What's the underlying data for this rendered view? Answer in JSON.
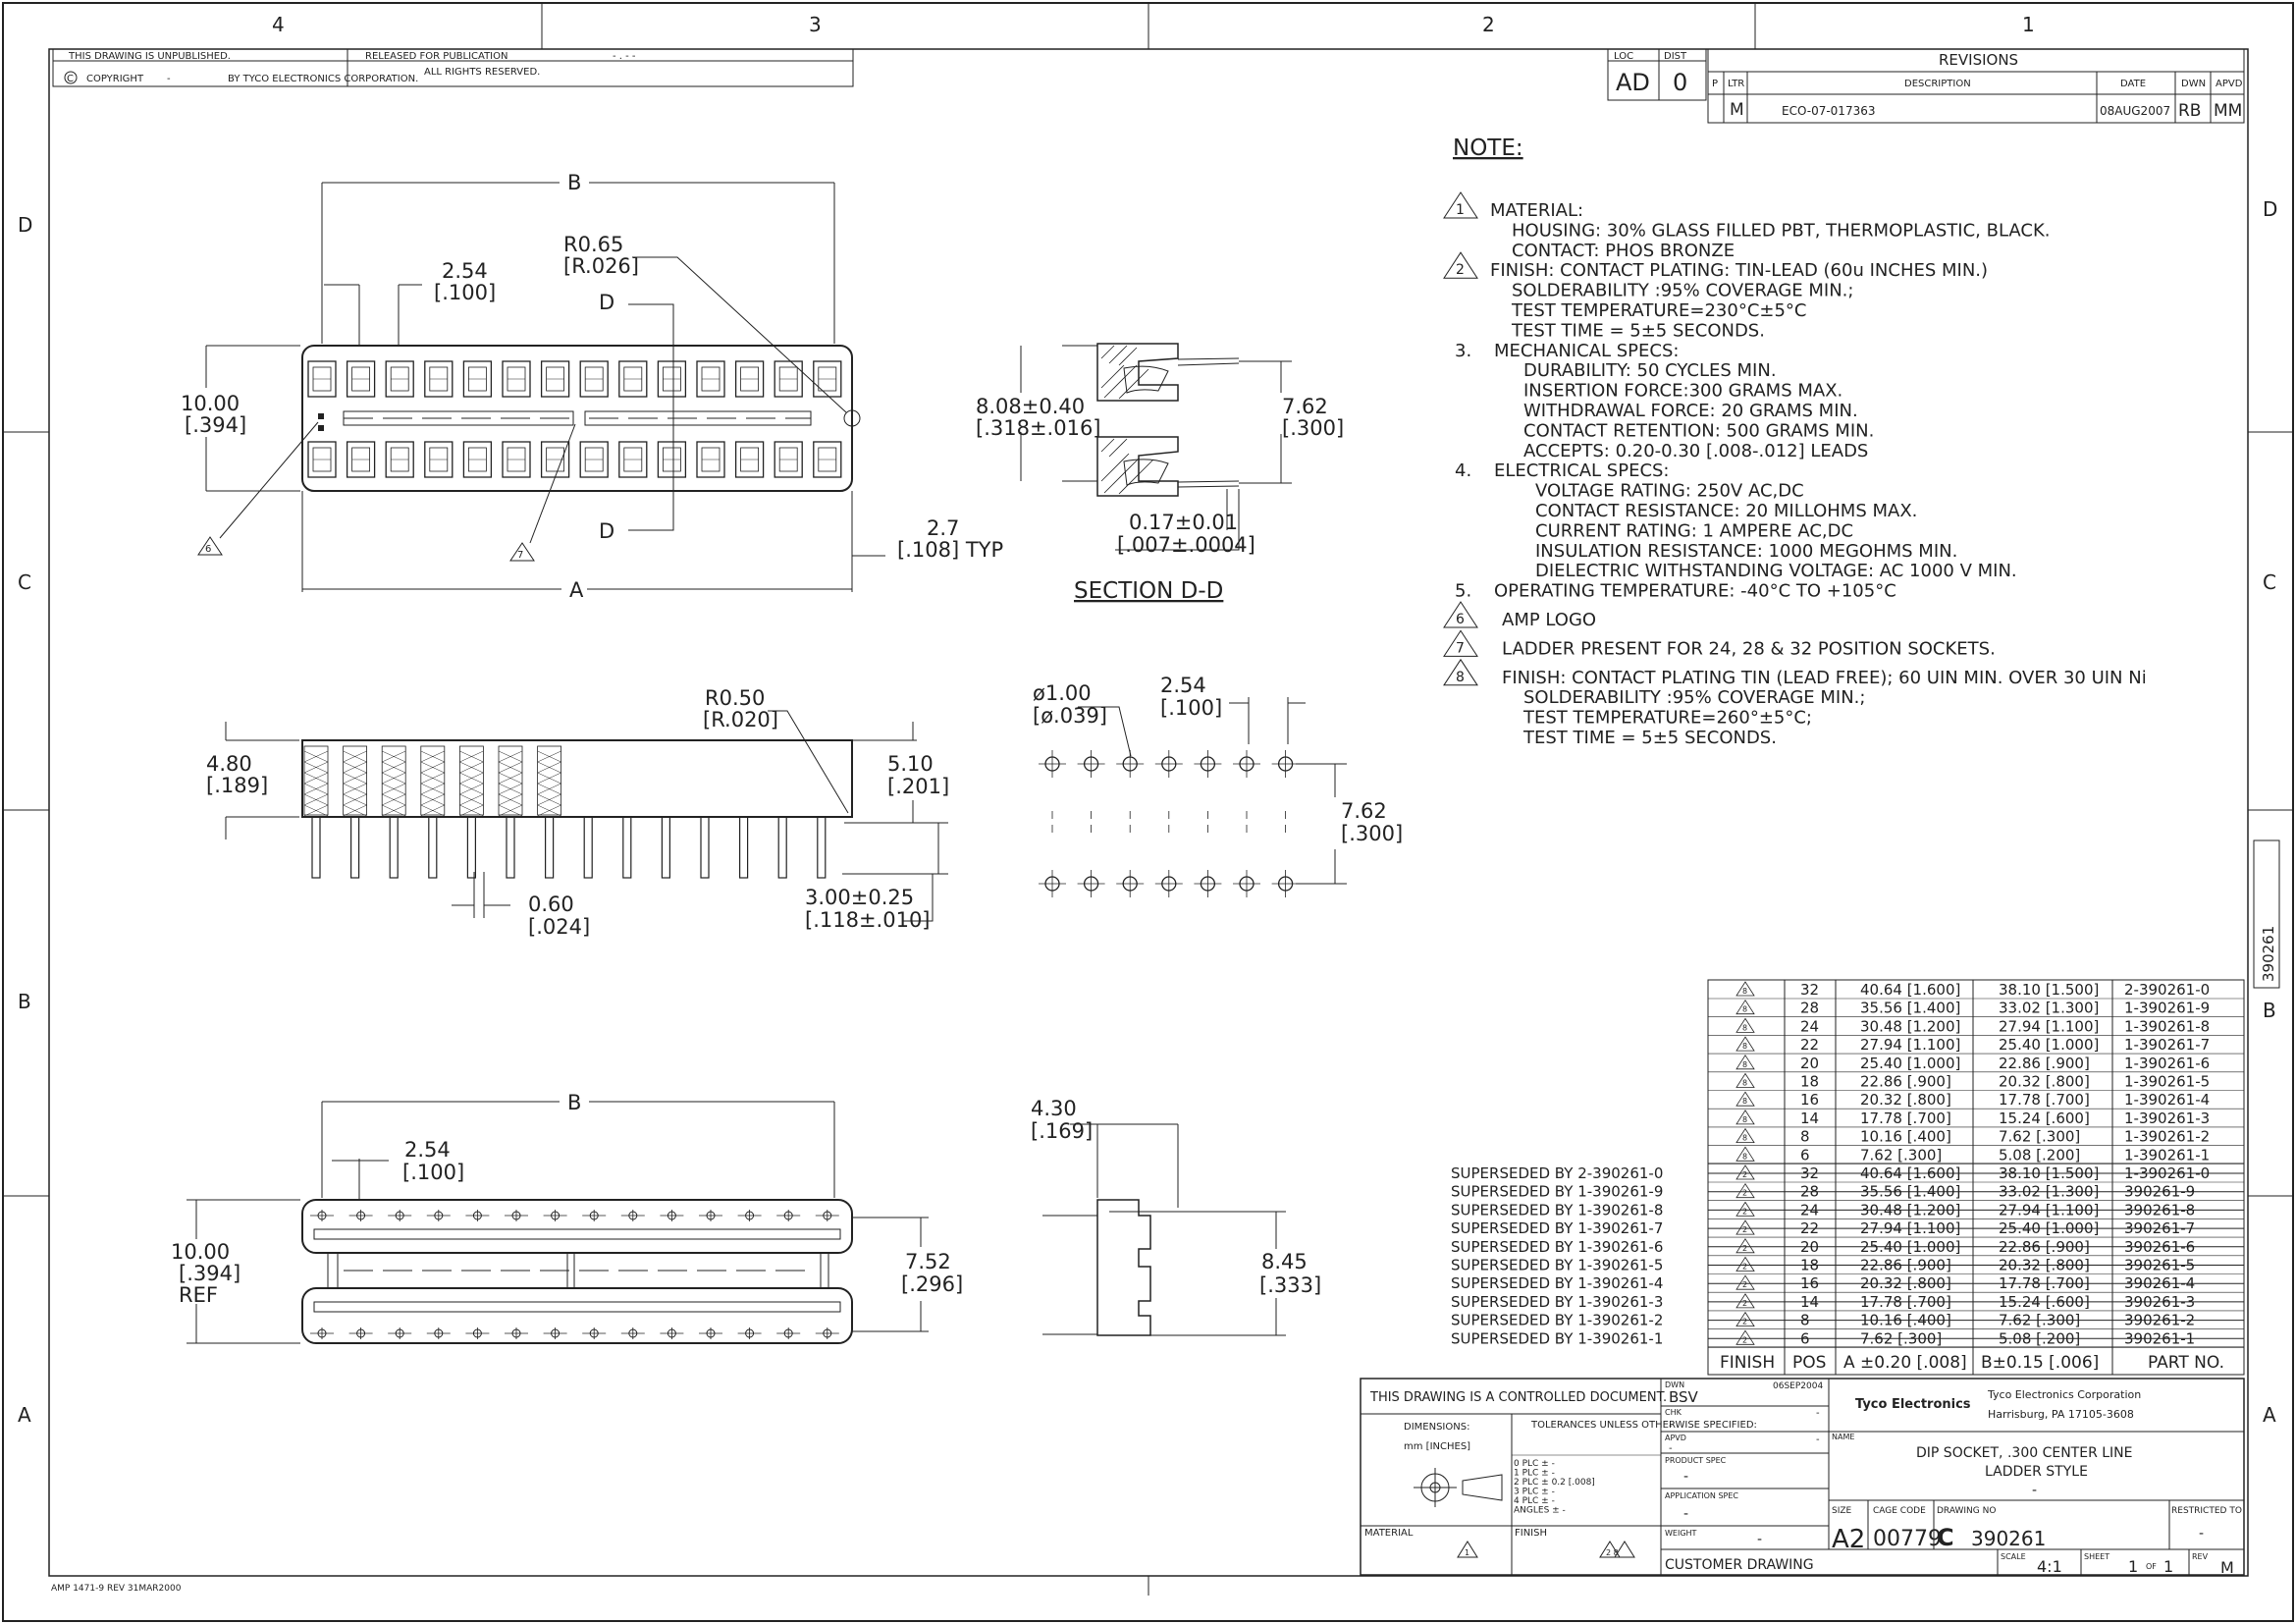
{
  "zones": {
    "cols": [
      "4",
      "3",
      "2",
      "1"
    ],
    "rows": [
      "D",
      "C",
      "B",
      "A"
    ]
  },
  "header": {
    "unpublished": "THIS DRAWING IS UNPUBLISHED.",
    "released": "RELEASED FOR PUBLICATION",
    "released_val": "- . -   -",
    "copyright_sym": "C",
    "copyright": "COPYRIGHT",
    "copyright_dash": "-",
    "by": "BY TYCO ELECTRONICS CORPORATION.",
    "rights": "ALL RIGHTS RESERVED."
  },
  "loc_dist": {
    "loc_label": "LOC",
    "dist_label": "DIST",
    "loc": "AD",
    "dist": "0"
  },
  "revisions": {
    "title": "REVISIONS",
    "headers": [
      "P",
      "LTR",
      "DESCRIPTION",
      "DATE",
      "DWN",
      "APVD"
    ],
    "row": {
      "ltr": "M",
      "description": "ECO-07-017363",
      "date": "08AUG2007",
      "dwn": "RB",
      "apvd": "MM"
    }
  },
  "notes": {
    "title": "NOTE:",
    "lines": [
      {
        "num": "1",
        "tri": true,
        "text": "MATERIAL:"
      },
      {
        "num": "",
        "indent": 1,
        "text": "HOUSING: 30% GLASS FILLED PBT, THERMOPLASTIC, BLACK."
      },
      {
        "num": "",
        "indent": 1,
        "text": "CONTACT: PHOS BRONZE"
      },
      {
        "num": "2",
        "tri": true,
        "text": "FINISH: CONTACT PLATING: TIN-LEAD (60u INCHES MIN.)"
      },
      {
        "num": "",
        "indent": 1,
        "text": "SOLDERABILITY :95% COVERAGE MIN.;"
      },
      {
        "num": "",
        "indent": 1,
        "text": "TEST TEMPERATURE=230°C±5°C"
      },
      {
        "num": "",
        "indent": 1,
        "text": "TEST TIME = 5±5 SECONDS."
      },
      {
        "num": "3.",
        "text": "MECHANICAL SPECS:"
      },
      {
        "num": "",
        "indent": 2,
        "text": "DURABILITY: 50 CYCLES MIN."
      },
      {
        "num": "",
        "indent": 2,
        "text": "INSERTION FORCE:300 GRAMS MAX."
      },
      {
        "num": "",
        "indent": 2,
        "text": "WITHDRAWAL FORCE: 20 GRAMS MIN."
      },
      {
        "num": "",
        "indent": 2,
        "text": "CONTACT RETENTION: 500 GRAMS MIN."
      },
      {
        "num": "",
        "indent": 2,
        "text": "ACCEPTS: 0.20-0.30 [.008-.012]   LEADS"
      },
      {
        "num": "4.",
        "text": "ELECTRICAL SPECS:"
      },
      {
        "num": "",
        "indent": 3,
        "text": "VOLTAGE RATING: 250V AC,DC"
      },
      {
        "num": "",
        "indent": 3,
        "text": "CONTACT RESISTANCE: 20 MILLOHMS MAX."
      },
      {
        "num": "",
        "indent": 3,
        "text": "CURRENT RATING: 1 AMPERE AC,DC"
      },
      {
        "num": "",
        "indent": 3,
        "text": "INSULATION RESISTANCE: 1000 MEGOHMS MIN."
      },
      {
        "num": "",
        "indent": 3,
        "text": "DIELECTRIC WITHSTANDING VOLTAGE: AC 1000 V MIN."
      },
      {
        "num": "5.",
        "text": "OPERATING TEMPERATURE: -40°C TO +105°C"
      },
      {
        "num": "6",
        "tri": true,
        "gap": true,
        "text": "AMP LOGO"
      },
      {
        "num": "7",
        "tri": true,
        "gap": true,
        "text": "LADDER PRESENT FOR 24, 28 & 32 POSITION SOCKETS."
      },
      {
        "num": "8",
        "tri": true,
        "gap": true,
        "text": "FINISH: CONTACT PLATING TIN (LEAD FREE);  60 UIN MIN. OVER 30 UIN Ni"
      },
      {
        "num": "",
        "indent": 2,
        "text": "SOLDERABILITY :95% COVERAGE MIN.;"
      },
      {
        "num": "",
        "indent": 2,
        "text": "TEST TEMPERATURE=260°±5°C;"
      },
      {
        "num": "",
        "indent": 2,
        "text": "TEST TIME = 5±5 SECONDS."
      }
    ]
  },
  "dims": {
    "top_b": "B",
    "top_pitch": "2.54",
    "top_pitch_in": "[.100]",
    "r065": "R0.65",
    "r065_in": "[R.026]",
    "d_top": "D",
    "d_bot": "D",
    "h10": "10.00",
    "h10_in": "[.394]",
    "tri6": "6",
    "tri7": "7",
    "a": "A",
    "r27": "2.7",
    "r27_in": "[.108] TYP",
    "sec_w": "8.08±0.40",
    "sec_w_in": "[.318±.016]",
    "sec_h": "7.62",
    "sec_h_in": "[.300]",
    "sec_t": "0.17±0.01",
    "sec_t_in": "[.007±.0004]",
    "section": "SECTION D-D",
    "side_h": "4.80",
    "side_h_in": "[.189]",
    "r050": "R0.50",
    "r050_in": "[R.020]",
    "side_510": "5.10",
    "side_510_in": "[.201]",
    "pin_w": "0.60",
    "pin_w_in": "[.024]",
    "pin_l": "3.00±0.25",
    "pin_l_in": "[.118±.010]",
    "hole": "ø1.00",
    "hole_in": "[ø.039]",
    "fp_pitch": "2.54",
    "fp_pitch_in": "[.100]",
    "fp_row": "7.62",
    "fp_row_in": "[.300]",
    "bot_b": "B",
    "bot_pitch": "2.54",
    "bot_pitch_in": "[.100]",
    "bot_h": "10.00",
    "bot_h_in": "[.394]",
    "bot_ref": "REF",
    "bot_752": "7.52",
    "bot_752_in": "[.296]",
    "end_430": "4.30",
    "end_430_in": "[.169]",
    "end_845": "8.45",
    "end_845_in": "[.333]"
  },
  "parts": {
    "headers": {
      "finish": "FINISH",
      "pos": "POS",
      "a": "A ±0.20 [.008]",
      "b": "B±0.15 [.006]",
      "part": "PART NO."
    },
    "current": [
      {
        "finish": "8",
        "pos": "32",
        "a": "40.64 [1.600]",
        "b": "38.10 [1.500]",
        "part": "2-390261-0"
      },
      {
        "finish": "8",
        "pos": "28",
        "a": "35.56 [1.400]",
        "b": "33.02 [1.300]",
        "part": "1-390261-9"
      },
      {
        "finish": "8",
        "pos": "24",
        "a": "30.48 [1.200]",
        "b": "27.94 [1.100]",
        "part": "1-390261-8"
      },
      {
        "finish": "8",
        "pos": "22",
        "a": "27.94 [1.100]",
        "b": "25.40 [1.000]",
        "part": "1-390261-7"
      },
      {
        "finish": "8",
        "pos": "20",
        "a": "25.40 [1.000]",
        "b": "22.86 [.900]",
        "part": "1-390261-6"
      },
      {
        "finish": "8",
        "pos": "18",
        "a": "22.86 [.900]",
        "b": "20.32 [.800]",
        "part": "1-390261-5"
      },
      {
        "finish": "8",
        "pos": "16",
        "a": "20.32 [.800]",
        "b": "17.78 [.700]",
        "part": "1-390261-4"
      },
      {
        "finish": "8",
        "pos": "14",
        "a": "17.78 [.700]",
        "b": "15.24 [.600]",
        "part": "1-390261-3"
      },
      {
        "finish": "8",
        "pos": "8",
        "a": "10.16 [.400]",
        "b": "7.62 [.300]",
        "part": "1-390261-2"
      },
      {
        "finish": "8",
        "pos": "6",
        "a": "7.62 [.300]",
        "b": "5.08 [.200]",
        "part": "1-390261-1"
      }
    ],
    "superseded": [
      {
        "note": "SUPERSEDED BY 2-390261-0",
        "finish": "2",
        "pos": "32",
        "a": "40.64 [1.600]",
        "b": "38.10 [1.500]",
        "part": "1-390261-0"
      },
      {
        "note": "SUPERSEDED BY 1-390261-9",
        "finish": "2",
        "pos": "28",
        "a": "35.56 [1.400]",
        "b": "33.02 [1.300]",
        "part": "390261-9"
      },
      {
        "note": "SUPERSEDED BY 1-390261-8",
        "finish": "2",
        "pos": "24",
        "a": "30.48 [1.200]",
        "b": "27.94 [1.100]",
        "part": "390261-8"
      },
      {
        "note": "SUPERSEDED BY 1-390261-7",
        "finish": "2",
        "pos": "22",
        "a": "27.94 [1.100]",
        "b": "25.40 [1.000]",
        "part": "390261-7"
      },
      {
        "note": "SUPERSEDED BY 1-390261-6",
        "finish": "2",
        "pos": "20",
        "a": "25.40 [1.000]",
        "b": "22.86 [.900]",
        "part": "390261-6"
      },
      {
        "note": "SUPERSEDED BY 1-390261-5",
        "finish": "2",
        "pos": "18",
        "a": "22.86 [.900]",
        "b": "20.32 [.800]",
        "part": "390261-5"
      },
      {
        "note": "SUPERSEDED BY 1-390261-4",
        "finish": "2",
        "pos": "16",
        "a": "20.32 [.800]",
        "b": "17.78 [.700]",
        "part": "390261-4"
      },
      {
        "note": "SUPERSEDED BY 1-390261-3",
        "finish": "2",
        "pos": "14",
        "a": "17.78 [.700]",
        "b": "15.24 [.600]",
        "part": "390261-3"
      },
      {
        "note": "SUPERSEDED BY 1-390261-2",
        "finish": "2",
        "pos": "8",
        "a": "10.16 [.400]",
        "b": "7.62 [.300]",
        "part": "390261-2"
      },
      {
        "note": "SUPERSEDED BY 1-390261-1",
        "finish": "2",
        "pos": "6",
        "a": "7.62 [.300]",
        "b": "5.08 [.200]",
        "part": "390261-1"
      }
    ]
  },
  "title_block": {
    "controlled": "THIS DRAWING IS A CONTROLLED DOCUMENT.",
    "dimensions": "DIMENSIONS:",
    "units": "mm [INCHES]",
    "tolerances": "TOLERANCES UNLESS OTHERWISE SPECIFIED:",
    "tol_lines": [
      "0 PLC   ± -",
      "1 PLC   ± -",
      "2 PLC   ± 0.2 [.008]",
      "3 PLC   ± -",
      "4 PLC   ± -",
      "ANGLES        ± -"
    ],
    "material": "MATERIAL",
    "material_tri": "1",
    "finish": "FINISH",
    "finish_tri": "2 8",
    "dwn_label": "DWN",
    "dwn": "BSV",
    "dwn_date": "06SEP2004",
    "chk_label": "CHK",
    "chk": "-",
    "chk_val": "-",
    "apvd_label": "APVD",
    "apvd": "-",
    "apvd_val": "-",
    "product_spec": "PRODUCT SPEC",
    "product_spec_val": "-",
    "application_spec": "APPLICATION SPEC",
    "application_spec_val": "-",
    "weight": "WEIGHT",
    "weight_val": "-",
    "customer": "CUSTOMER DRAWING",
    "logo": "Tyco Electronics",
    "company": "Tyco Electronics Corporation",
    "address": "Harrisburg, PA 17105-3608",
    "name_label": "NAME",
    "name1": "DIP SOCKET, .300 CENTER LINE",
    "name2": "LADDER STYLE",
    "name3": "-",
    "size_label": "SIZE",
    "size": "A2",
    "cage_label": "CAGE CODE",
    "cage": "00779",
    "dwg_label": "DRAWING NO",
    "dwg_prefix": "C",
    "dwg": "390261",
    "restricted": "RESTRICTED TO",
    "restricted_val": "-",
    "scale_label": "SCALE",
    "scale": "4:1",
    "sheet_label": "SHEET",
    "sheet": "1",
    "of": "OF",
    "sheet_total": "1",
    "rev_label": "REV",
    "rev": "M"
  },
  "side_tab": "390261",
  "footer": "AMP 1471-9 REV 31MAR2000"
}
